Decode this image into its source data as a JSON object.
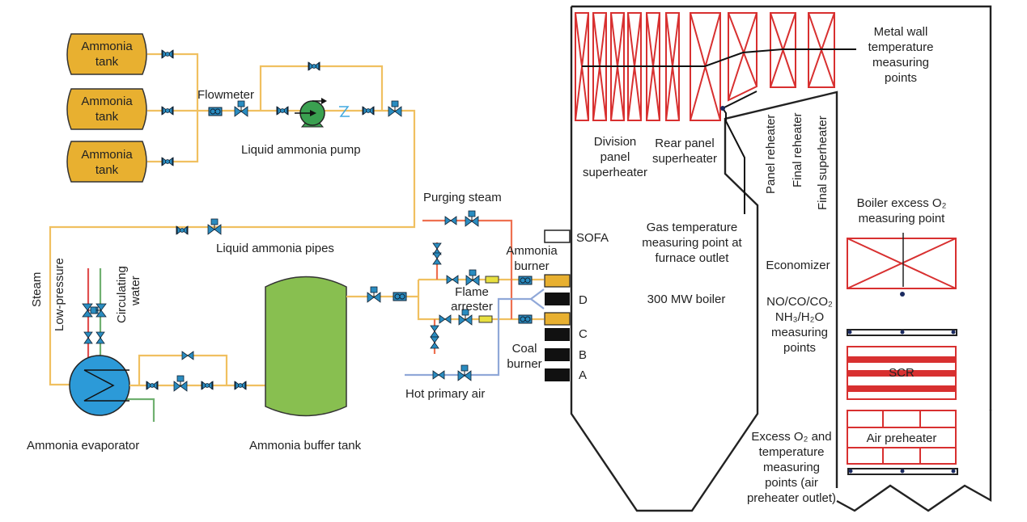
{
  "title": "Ammonia co-firing system schematic for 300 MW coal-fired boiler",
  "labels": {
    "tank1": [
      "Ammonia",
      "tank"
    ],
    "tank2": [
      "Ammonia",
      "tank"
    ],
    "tank3": [
      "Ammonia",
      "tank"
    ],
    "flowmeter": "Flowmeter",
    "pump": "Liquid ammonia pump",
    "liquid_pipes": "Liquid ammonia pipes",
    "steam": "Steam",
    "low_pressure": "Low-pressure",
    "circulating_water": [
      "Circulating",
      "water"
    ],
    "evaporator": "Ammonia evaporator",
    "buffer_tank": "Ammonia buffer tank",
    "purging_steam": "Purging steam",
    "flame_arrester": [
      "Flame",
      "arrester"
    ],
    "ammonia_burner": [
      "Ammonia",
      "burner"
    ],
    "coal_burner": [
      "Coal",
      "burner"
    ],
    "hot_primary_air": "Hot primary air",
    "sofa": "SOFA",
    "burner_rows": [
      "D",
      "C",
      "B",
      "A"
    ],
    "boiler": "300 MW  boiler",
    "division_panel": [
      "Division",
      "panel",
      "superheater"
    ],
    "rear_panel": [
      "Rear panel",
      "superheater"
    ],
    "gas_temp": [
      "Gas temperature",
      "measuring point at",
      "furnace outlet"
    ],
    "panel_reheater": "Panel reheater",
    "final_reheater": "Final reheater",
    "final_superheater": "Final superheater",
    "metal_wall": [
      "Metal wall",
      "temperature",
      "measuring",
      "points"
    ],
    "economizer": "Economizer",
    "gas_species": [
      "NO/CO/CO₂",
      "NH₃/H₂O",
      "measuring",
      "points"
    ],
    "boiler_excess_o2": [
      "Boiler excess O₂",
      "measuring point"
    ],
    "scr": "SCR",
    "air_preheater": "Air preheater",
    "excess_o2_outlet": [
      "Excess O₂ and",
      "temperature",
      "measuring",
      "points (air",
      "preheater outlet)"
    ]
  },
  "colors": {
    "ammonia_pipe": "#f0c060",
    "steam_pipe": "#ee7050",
    "air_pipe": "#90a8d8",
    "tank_fill": "#e8b030",
    "buffer_fill": "#88bf50",
    "evaporator_fill": "#2c9ad8",
    "pump_fill": "#3aa050",
    "valve_fill": "#2a8cc0",
    "heat_surface": "#d83030",
    "flame_arrester_fill": "#e8e040",
    "coal_burner_fill": "#111111",
    "ammonia_burner_fill": "#e8b030"
  }
}
